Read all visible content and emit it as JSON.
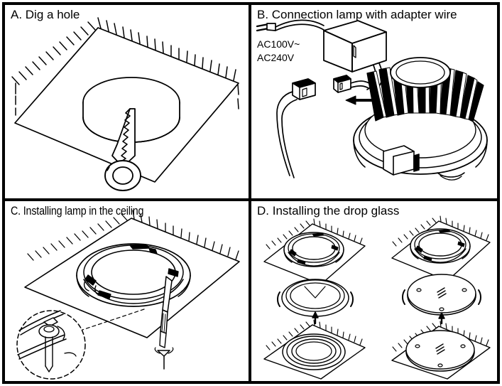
{
  "document": {
    "kind": "installation-instruction-diagram",
    "subject": "LED recessed downlight installation steps",
    "style": "black-and-white line art",
    "background_color": "#ffffff",
    "line_color": "#000000",
    "panel_count": 4,
    "grid": "2x2"
  },
  "panels": [
    {
      "id": "A",
      "title": "A. Dig a hole",
      "position": "top-left",
      "icons": [
        "ceiling-panel-icon",
        "cut-disk-icon",
        "keyhole-saw-icon"
      ],
      "description_parts": {
        "ceiling": "square ceiling board in isometric view with hatched cut edges",
        "disk": "circular plug cut out of the ceiling board",
        "tool": "keyhole saw with serrated blade and ring handle"
      }
    },
    {
      "id": "B",
      "title": "B. Connection lamp with adapter wire",
      "position": "top-right",
      "labels": [
        "AC100V~",
        "AC240V"
      ],
      "icons": [
        "mains-wire-icon",
        "power-adapter-icon",
        "connector-plug-icon",
        "connector-socket-icon",
        "arrow-left-icon",
        "led-downlight-heatsink-icon"
      ],
      "description_parts": {
        "adapter": "rectangular LED driver / power adapter box",
        "connectors": "two-pin male and female quick connectors being joined",
        "arrow": "black solid arrow pointing left toward the connectors",
        "lamp": "LED downlight body with radial heatsink fins and trim ring"
      }
    },
    {
      "id": "C",
      "title": "C. Installing lamp in the ceiling",
      "position": "bottom-left",
      "icons": [
        "ceiling-panel-icon",
        "lamp-ring-icon",
        "screwdriver-icon",
        "detail-callout-icon",
        "spring-clip-icon"
      ],
      "description_parts": {
        "ceiling": "square ceiling board in isometric view with hatched edges",
        "lamp_ring": "downlight trim ring seated into the round ceiling hole",
        "tool": "screwdriver tightening a fixing screw",
        "callout": "dashed magnifier circle with leader line showing the spring clip and screw detail"
      }
    },
    {
      "id": "D",
      "title": "D. Installing the drop glass",
      "position": "bottom-right",
      "icons": [
        "ceiling-panel-icon",
        "lamp-ring-icon",
        "drop-glass-icon",
        "rotate-arrow-left-icon",
        "rotate-arrow-right-icon",
        "arrow-up-icon"
      ],
      "sub_figures": [
        {
          "id": "D1",
          "position": "upper-left",
          "content": "installed trim ring in ceiling board, exploded above the clear drop glass"
        },
        {
          "id": "D2",
          "position": "upper-right",
          "content": "installed trim ring in ceiling board, exploded above the frosted drop glass"
        },
        {
          "id": "D3",
          "position": "lower-left",
          "content": "finished assembly with clear drop glass fitted"
        },
        {
          "id": "D4",
          "position": "lower-right",
          "content": "finished assembly with frosted drop glass fitted"
        }
      ],
      "description_parts": {
        "rotate_arrows": "curved brackets on both sides indicating twist-to-lock motion",
        "up_arrow": "small solid arrow pointing up indicating the glass is pushed into the ring"
      }
    }
  ]
}
